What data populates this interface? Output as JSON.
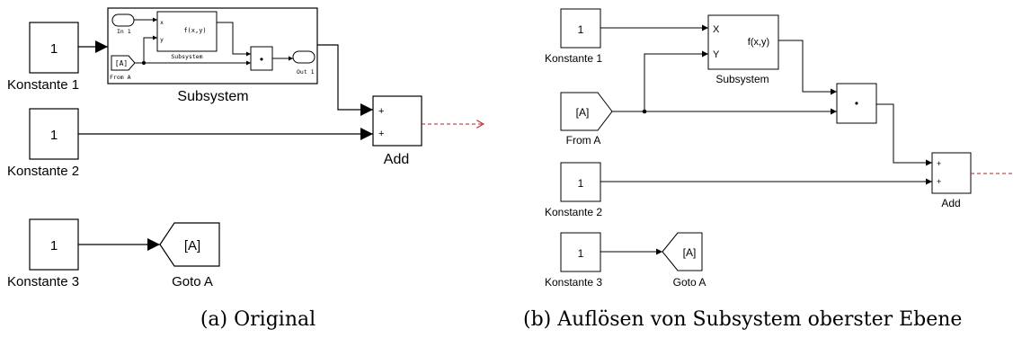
{
  "panel_a": {
    "caption": "(a) Original",
    "const1": {
      "value": "1",
      "label": "Konstante 1"
    },
    "const2": {
      "value": "1",
      "label": "Konstante 2"
    },
    "const3": {
      "value": "1",
      "label": "Konstante 3"
    },
    "subsystem": {
      "label": "Subsystem",
      "inner": {
        "in1": "In 1",
        "from": "[A]",
        "from_label": "From A",
        "port_x": "x",
        "port_y": "y",
        "func": "f(x,y)",
        "func_label": "Subsystem",
        "product": "•",
        "out1": "Out 1"
      }
    },
    "add": {
      "label": "Add",
      "plus1": "+",
      "plus2": "+"
    },
    "goto": {
      "text": "[A]",
      "label": "Goto A"
    }
  },
  "panel_b": {
    "caption": "(b) Auflösen von Subsystem oberster Ebene",
    "const1": {
      "value": "1",
      "label": "Konstante 1"
    },
    "const2": {
      "value": "1",
      "label": "Konstante 2"
    },
    "const3": {
      "value": "1",
      "label": "Konstante 3"
    },
    "subsystem": {
      "port_x": "X",
      "port_y": "Y",
      "func": "f(x,y)",
      "label": "Subsystem"
    },
    "from": {
      "text": "[A]",
      "label": "From A"
    },
    "product": "•",
    "add": {
      "label": "Add",
      "plus1": "+",
      "plus2": "+"
    },
    "goto": {
      "text": "[A]",
      "label": "Goto A"
    }
  }
}
